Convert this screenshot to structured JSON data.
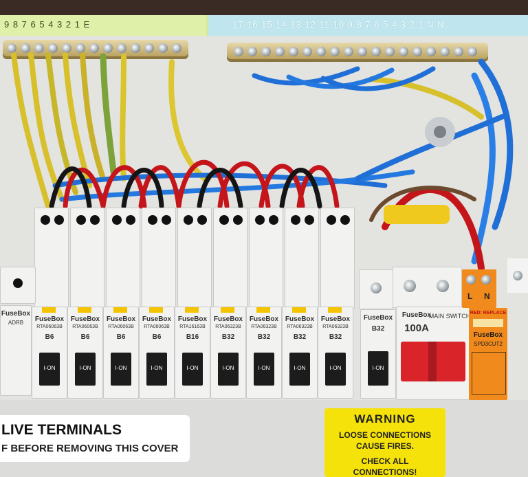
{
  "board": {
    "earth_terminals": "9 8 7 6 5 4 3 2 1 E",
    "neutral_terminals": "17 16 15 14 13 12 11 10 9 8 7 6 5 4 3 2 1 N N"
  },
  "breakers": [
    {
      "brand": "FuseBox",
      "model": "RTA06063B",
      "rating": "B6",
      "switch": "I-ON"
    },
    {
      "brand": "FuseBox",
      "model": "RTA06063B",
      "rating": "B6",
      "switch": "I-ON"
    },
    {
      "brand": "FuseBox",
      "model": "RTA06063B",
      "rating": "B6",
      "switch": "I-ON"
    },
    {
      "brand": "FuseBox",
      "model": "RTA06063B",
      "rating": "B6",
      "switch": "I-ON"
    },
    {
      "brand": "FuseBox",
      "model": "RTA16163B",
      "rating": "B16",
      "switch": "I-ON"
    },
    {
      "brand": "FuseBox",
      "model": "RTA06323B",
      "rating": "B32",
      "switch": "I-ON"
    },
    {
      "brand": "FuseBox",
      "model": "RTA06323B",
      "rating": "B32",
      "switch": "I-ON"
    },
    {
      "brand": "FuseBox",
      "model": "RTA06323B",
      "rating": "B32",
      "switch": "I-ON"
    },
    {
      "brand": "FuseBox",
      "model": "RTA06323B",
      "rating": "B32",
      "switch": "I-ON"
    }
  ],
  "extra_breaker": {
    "brand": "FuseBox",
    "rating": "B32",
    "switch": "I-ON"
  },
  "left_device": {
    "brand": "FuseBox",
    "model": "ADRB"
  },
  "main_switch": {
    "brand": "FuseBox",
    "rating": "100A",
    "title": "MAIN SWITCH"
  },
  "spd": {
    "brand": "FuseBox",
    "header": "RED: REPLACE",
    "model": "SPD3CUT2"
  },
  "spd_terminal": {
    "left": "L",
    "right": "N"
  },
  "warning_label": {
    "title": "WARNING",
    "line1": "LOOSE CONNECTIONS",
    "line2": "CAUSE FIRES.",
    "line3": "CHECK ALL",
    "line4": "CONNECTIONS!"
  },
  "cover_label": {
    "title": "LIVE TERMINALS",
    "subtitle": "F BEFORE REMOVING THIS COVER"
  },
  "colors": {
    "earth_wire": "#d7c02c",
    "live_wire": "#c4151b",
    "neutral_wire": "#1f6fd6",
    "black_wire": "#151515",
    "warning_bg": "#f5e20a",
    "spd_orange": "#f08a1c",
    "main_switch_red": "#d9242a"
  }
}
